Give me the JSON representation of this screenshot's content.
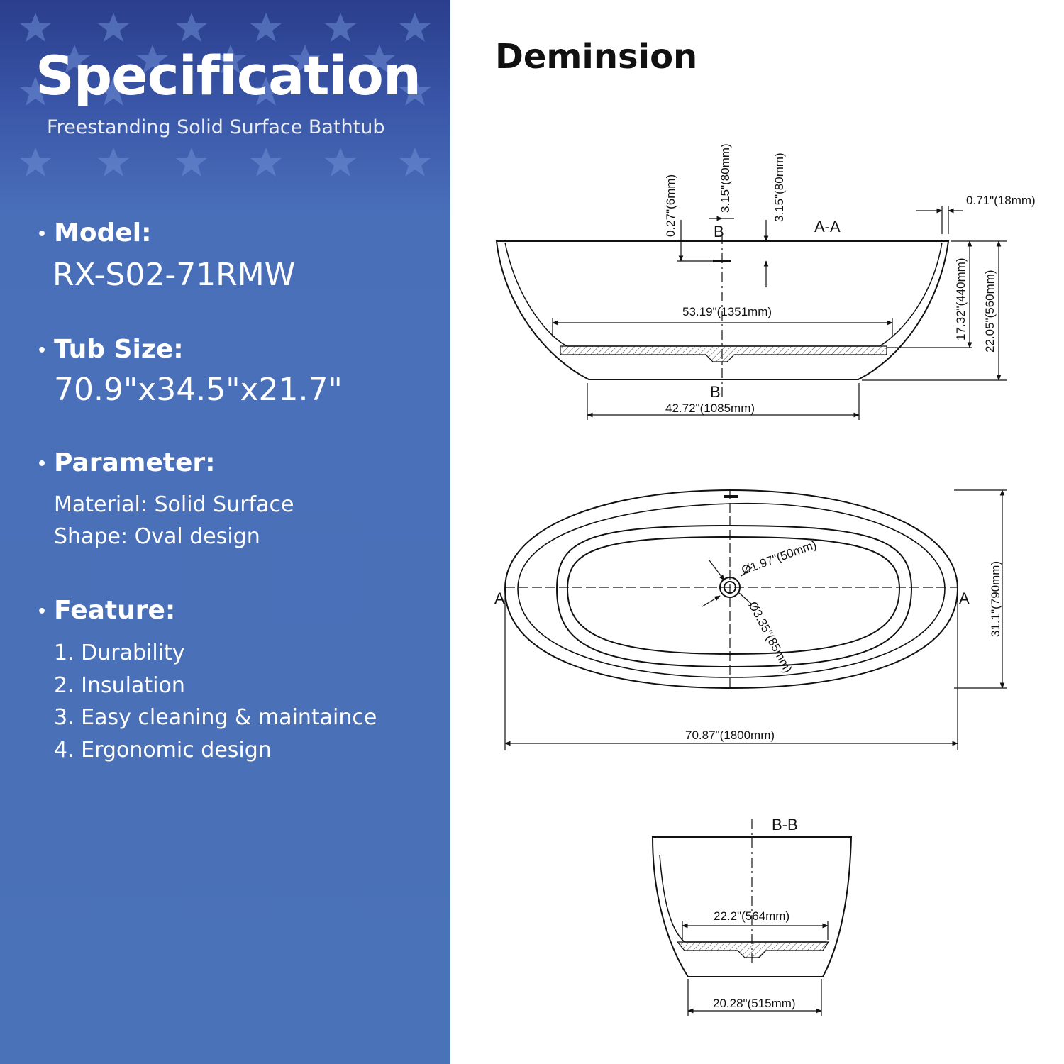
{
  "sidebar": {
    "title": "Specification",
    "subtitle": "Freestanding Solid Surface Bathtub",
    "model": {
      "label": "Model:",
      "value": "RX-S02-71RMW"
    },
    "tub_size": {
      "label": "Tub Size:",
      "value": "70.9\"x34.5\"x21.7\""
    },
    "parameter": {
      "label": "Parameter:",
      "items": [
        "Material: Solid Surface",
        "Shape: Oval design"
      ]
    },
    "feature": {
      "label": "Feature:",
      "items": [
        "1. Durability",
        "2. Insulation",
        "3. Easy cleaning & maintaince",
        "4. Ergonomic design"
      ]
    },
    "colors": {
      "accent": "#4a72b8",
      "text": "#ffffff"
    }
  },
  "diagram": {
    "title": "Deminsion",
    "section_aa": {
      "label": "A-A",
      "b_mark_top": "B",
      "b_mark_bottom": "B",
      "dim_overflow_gap": "0.27\"(6mm)",
      "dim_overflow_1": "3.15\"(80mm)",
      "dim_overflow_2": "3.15\"(80mm)",
      "dim_rim": "0.71\"(18mm)",
      "dim_inner_length": "53.19\"(1351mm)",
      "dim_inner_depth": "17.32\"(440mm)",
      "dim_total_height": "22.05\"(560mm)",
      "dim_base_length": "42.72\"(1085mm)"
    },
    "top_view": {
      "a_left": "A",
      "a_right": "A",
      "dim_drain_inner": "Ø1.97\"(50mm)",
      "dim_drain_outer": "Ø3.35\"(85mm)",
      "dim_width": "31.1\"(790mm)",
      "dim_length": "70.87\"(1800mm)"
    },
    "section_bb": {
      "label": "B-B",
      "dim_inner_width": "22.2\"(564mm)",
      "dim_base_width": "20.28\"(515mm)"
    }
  }
}
